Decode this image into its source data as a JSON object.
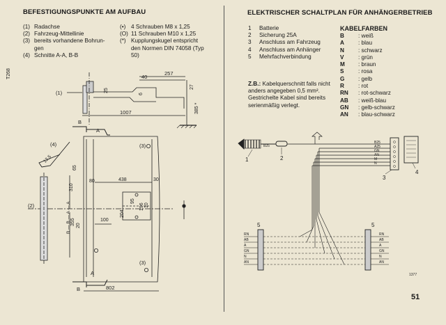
{
  "left": {
    "heading": "BEFESTIGUNGSPUNKTE AM AUFBAU",
    "legend_left": [
      {
        "num": "(1)",
        "text": "Radachse"
      },
      {
        "num": "(2)",
        "text": "Fahrzeug-Mittellinie"
      },
      {
        "num": "(3)",
        "text": "bereits vorhandene Bohrun-"
      },
      {
        "num": "",
        "text": "gen"
      },
      {
        "num": "(4)",
        "text": "Schnitte A-A, B-B"
      }
    ],
    "legend_right": [
      {
        "sym": "(•)",
        "text": "4 Schrauben M8 x 1,25"
      },
      {
        "sym": "(O)",
        "text": "11 Schrauben M10 x 1,25"
      },
      {
        "sym": "(*)",
        "text": "Kupplungskugel entspricht"
      },
      {
        "sym": "",
        "text": "den Normen DIN 74058 (Typ"
      },
      {
        "sym": "",
        "text": "50)"
      }
    ],
    "drawing_code": "T268",
    "dims": {
      "d40": "40",
      "d257": "257",
      "d25": "25",
      "d6": "6",
      "d27": "27",
      "d385": "385 *",
      "d1007": "1007",
      "d65": "65",
      "d80": "80",
      "d438": "438",
      "d30": "30",
      "d310": "310",
      "d95": "95",
      "d204": "204",
      "d196": "196",
      "d10": "10",
      "d355": "355",
      "d100": "100",
      "d20": "20",
      "d802": "802",
      "d125": "12,5"
    },
    "labels": {
      "c1": "(1)",
      "c2": "(2)",
      "c3a": "(3)",
      "c3b": "(3)",
      "c4": "(4)",
      "a1": "A",
      "a2": "A",
      "b1": "B",
      "b2": "B",
      "sec": "B — B — A — A"
    }
  },
  "right": {
    "heading": "ELEKTRISCHER SCHALTPLAN FÜR ANHÄNGERBETRIEB",
    "components": [
      {
        "num": "1",
        "text": "Batterie"
      },
      {
        "num": "2",
        "text": "Sicherung 25A"
      },
      {
        "num": "3",
        "text": "Anschluss am Fahrzeug"
      },
      {
        "num": "4",
        "text": "Anschluss am Anhänger"
      },
      {
        "num": "5",
        "text": "Mehrfachverbindung"
      }
    ],
    "colors_title": "KABELFARBEN",
    "colors": [
      {
        "code": "B",
        "name": ": weiß"
      },
      {
        "code": "A",
        "name": ": blau"
      },
      {
        "code": "N",
        "name": ": schwarz"
      },
      {
        "code": "V",
        "name": ": grün"
      },
      {
        "code": "M",
        "name": ": braun"
      },
      {
        "code": "S",
        "name": ": rosa"
      },
      {
        "code": "G",
        "name": ": gelb"
      },
      {
        "code": "R",
        "name": ": rot"
      },
      {
        "code": "RN",
        "name": ": rot-schwarz"
      },
      {
        "code": "AB",
        "name": ": weiß-blau"
      },
      {
        "code": "GN",
        "name": ": gelb-schwarz"
      },
      {
        "code": "AN",
        "name": ": blau-schwarz"
      }
    ],
    "note_label": "Z.B.:",
    "note_lines": [
      "Kabelquerschnitt falls nicht",
      "anders angegeben 0,5 mm².",
      "Gestrichelte Kabel sind bereits",
      "serienmäßig verlegt."
    ],
    "wiring": {
      "callout1": "1",
      "callout2": "2",
      "callout3": "3",
      "callout4": "4",
      "callout5a": "5",
      "callout5b": "5",
      "wire_codes": [
        "B25",
        "A25",
        "GN",
        "AN",
        "M",
        "N"
      ],
      "conn_left": [
        "RN",
        "AB",
        "A",
        "GN",
        "N",
        "AN"
      ],
      "conn_right": [
        "RN",
        "AB",
        "A",
        "GN",
        "N",
        "AN"
      ],
      "fig_code": "1377"
    }
  },
  "page_number": "51"
}
